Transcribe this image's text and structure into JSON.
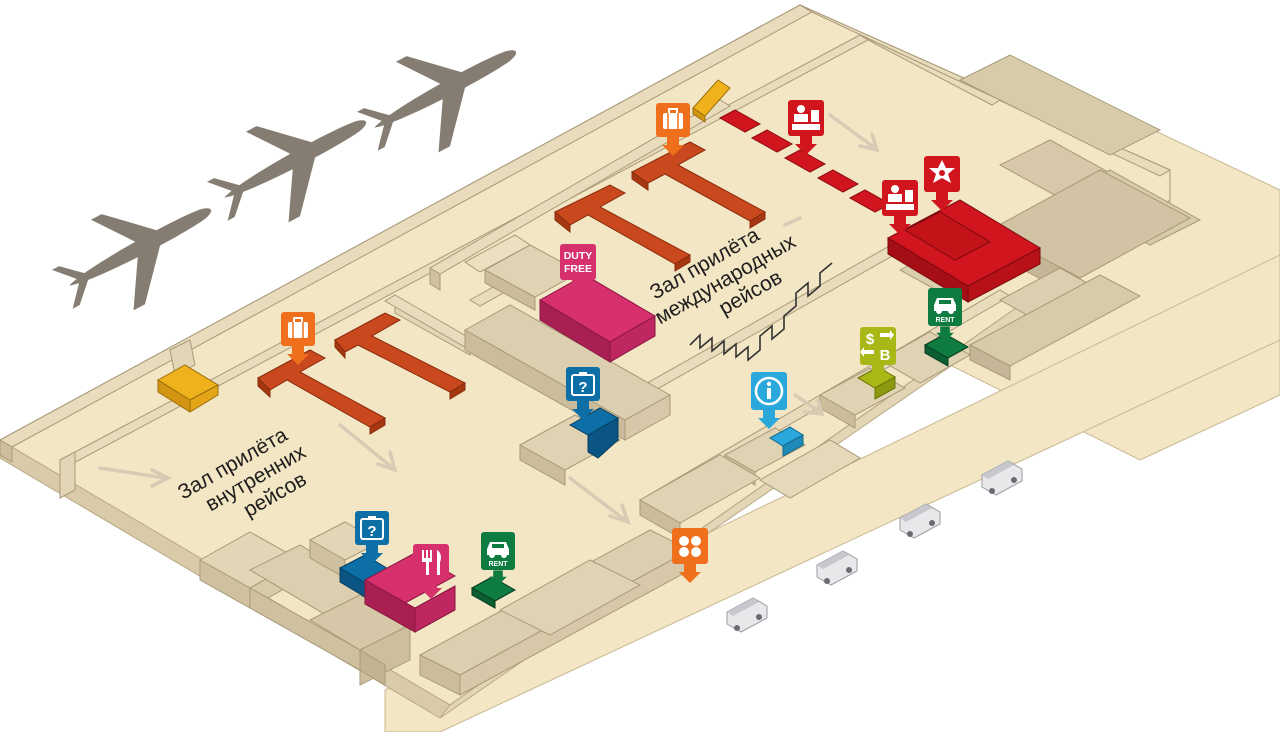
{
  "hall_domestic": {
    "label_line1": "Зал прилёта",
    "label_line2": "внутренних",
    "label_line3": "рейсов"
  },
  "hall_international": {
    "label_line1": "Зал прилёта",
    "label_line2": "международных",
    "label_line3": "рейсов"
  },
  "poi": {
    "duty_free_line1": "DUTY",
    "duty_free_line2": "FREE",
    "rent_label": "RENT"
  },
  "icons": {
    "baggage_claim": "suitcase-icon",
    "lost_baggage": "suitcase-question-icon",
    "duty_free": "duty-free-icon",
    "restaurant": "fork-knife-icon",
    "car_rental": "car-icon",
    "information": "info-icon",
    "currency_exchange": "currency-exchange-icon",
    "passport_control": "passport-control-icon",
    "customs": "customs-star-icon",
    "flowers": "flower-icon",
    "airplane": "airplane-icon",
    "taxi": "van-icon"
  },
  "colors": {
    "floor": "#f3e6c4",
    "wall_top": "#d7c8a9",
    "baggage": "#ef6f1d",
    "carousel": "#c9481d",
    "lost_baggage": "#0e6ea6",
    "duty_free": "#d6306d",
    "car_rental": "#0e7b41",
    "information": "#2aa8dc",
    "currency": "#a9b817",
    "control": "#d0151e",
    "plane": "#857d72"
  }
}
